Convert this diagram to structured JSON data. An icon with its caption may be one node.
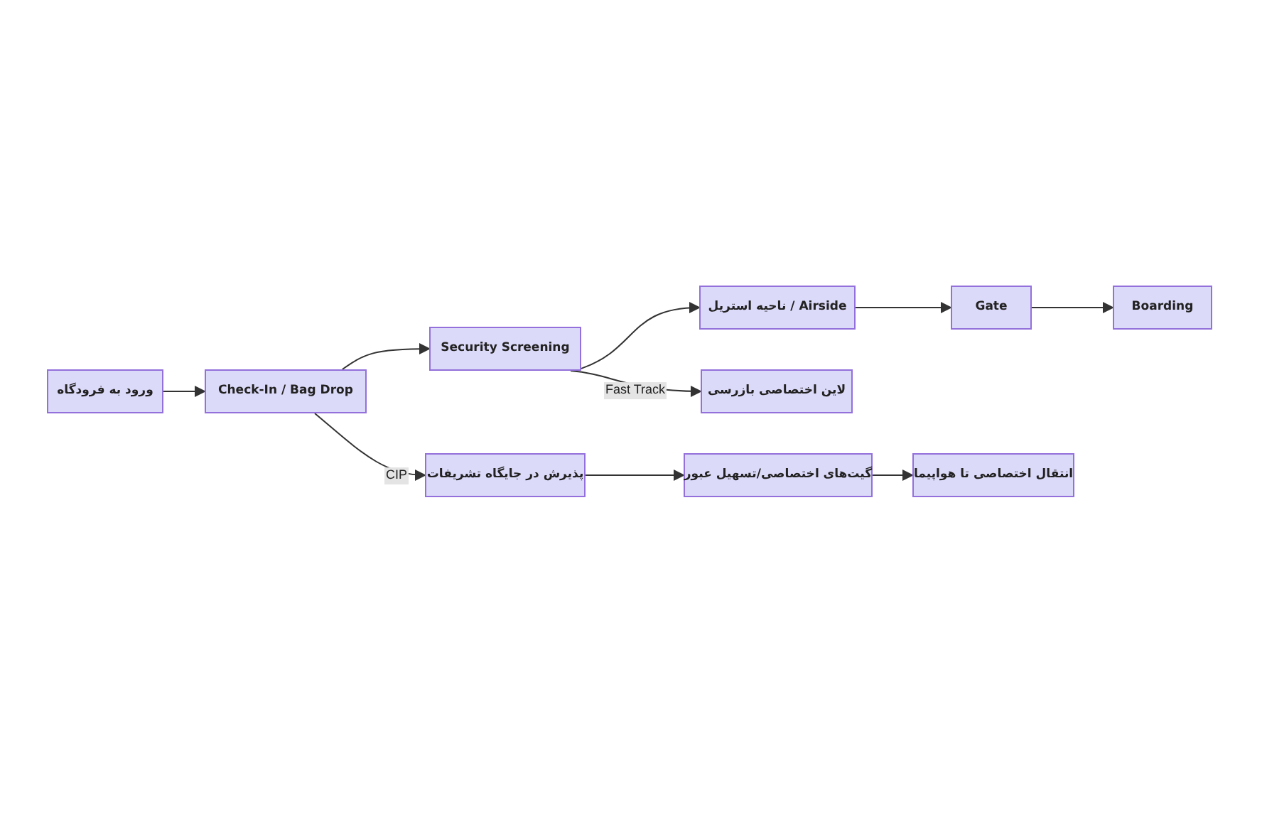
{
  "diagram": {
    "nodes": [
      {
        "text": [
          "ورود به فرودگاه"
        ]
      },
      {
        "text": [
          "Check-In / Bag Drop"
        ]
      },
      {
        "text": [
          "Security Screening"
        ]
      },
      {
        "text": [
          "ناحیه استریل / Airside"
        ]
      },
      {
        "text": [
          "Gate"
        ]
      },
      {
        "text": [
          "Boarding"
        ]
      },
      {
        "text": [
          "لاین اختصاصی بازرسی"
        ]
      },
      {
        "text": [
          "پذیرش در جایگاه تشریفات"
        ]
      },
      {
        "text": [
          "گیت‌های اختصاصی/تسهیل عبور"
        ]
      },
      {
        "text": [
          "انتقال اختصاصی تا هواپیما"
        ]
      }
    ],
    "edges": [
      {
        "from": 0,
        "to": 1,
        "arrow": "to"
      },
      {
        "from": 1,
        "to": 2,
        "arrow": "to"
      },
      {
        "from": 2,
        "to": 3,
        "arrow": "to"
      },
      {
        "from": 2,
        "to": 6,
        "arrow": "to",
        "label": "Fast Track"
      },
      {
        "from": 1,
        "to": 7,
        "arrow": "to",
        "label": "CIP"
      },
      {
        "from": 3,
        "to": 4,
        "arrow": "to"
      },
      {
        "from": 4,
        "to": 5,
        "arrow": "to"
      },
      {
        "from": 7,
        "to": 8,
        "arrow": "to"
      },
      {
        "from": 8,
        "to": 9,
        "arrow": "to"
      }
    ]
  }
}
